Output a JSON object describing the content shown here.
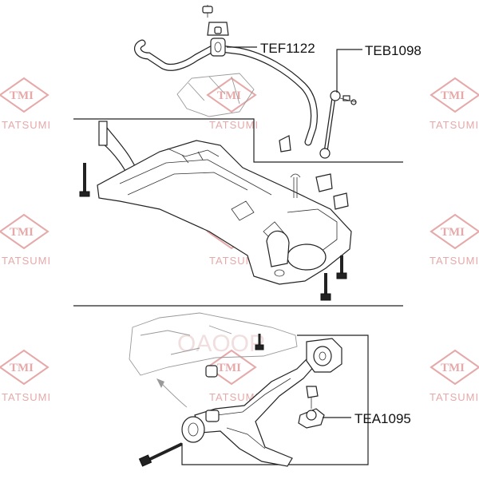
{
  "watermark": {
    "logo_text": "TMI",
    "brand_text": "TATSUMI",
    "logo_color": "#e6a9a9"
  },
  "background_brand": "OAOOP",
  "callouts": {
    "tef1122": "TEF1122",
    "teb1098": "TEB1098",
    "tea1095": "TEA1095"
  }
}
